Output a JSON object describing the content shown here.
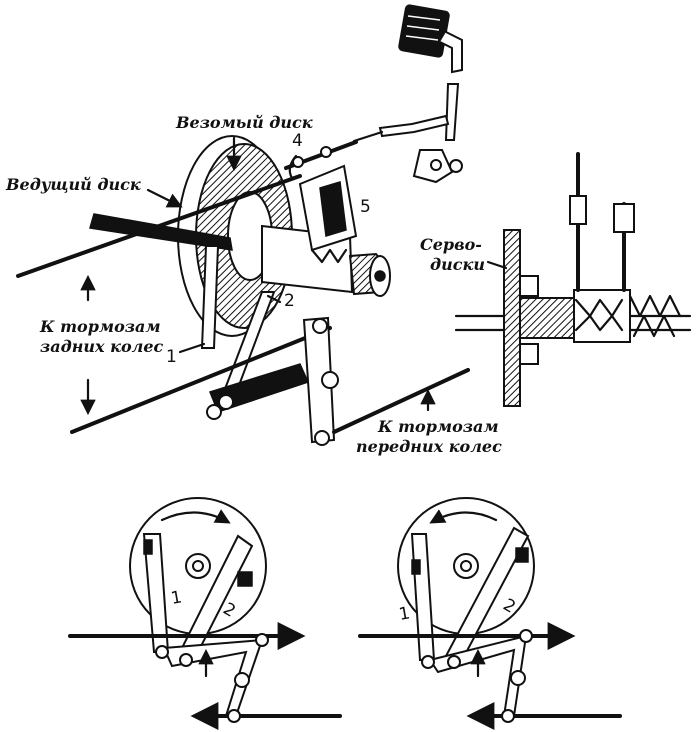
{
  "labels": {
    "weighted_disc": "Везомый диск",
    "driving_disc": "Ведущий диск",
    "servo_discs_line1": "Серво-",
    "servo_discs_line2": "диски",
    "rear_brakes_line1": "К тормозам",
    "rear_brakes_line2": "задних колес",
    "front_brakes_line1": "К тормозам",
    "front_brakes_line2": "передних колес"
  },
  "numbers": {
    "n1": "1",
    "n2": "2",
    "n4": "4",
    "n5": "5",
    "left_lever_1": "1",
    "left_lever_2": "2",
    "right_lever_1": "1",
    "right_lever_2": "2"
  }
}
